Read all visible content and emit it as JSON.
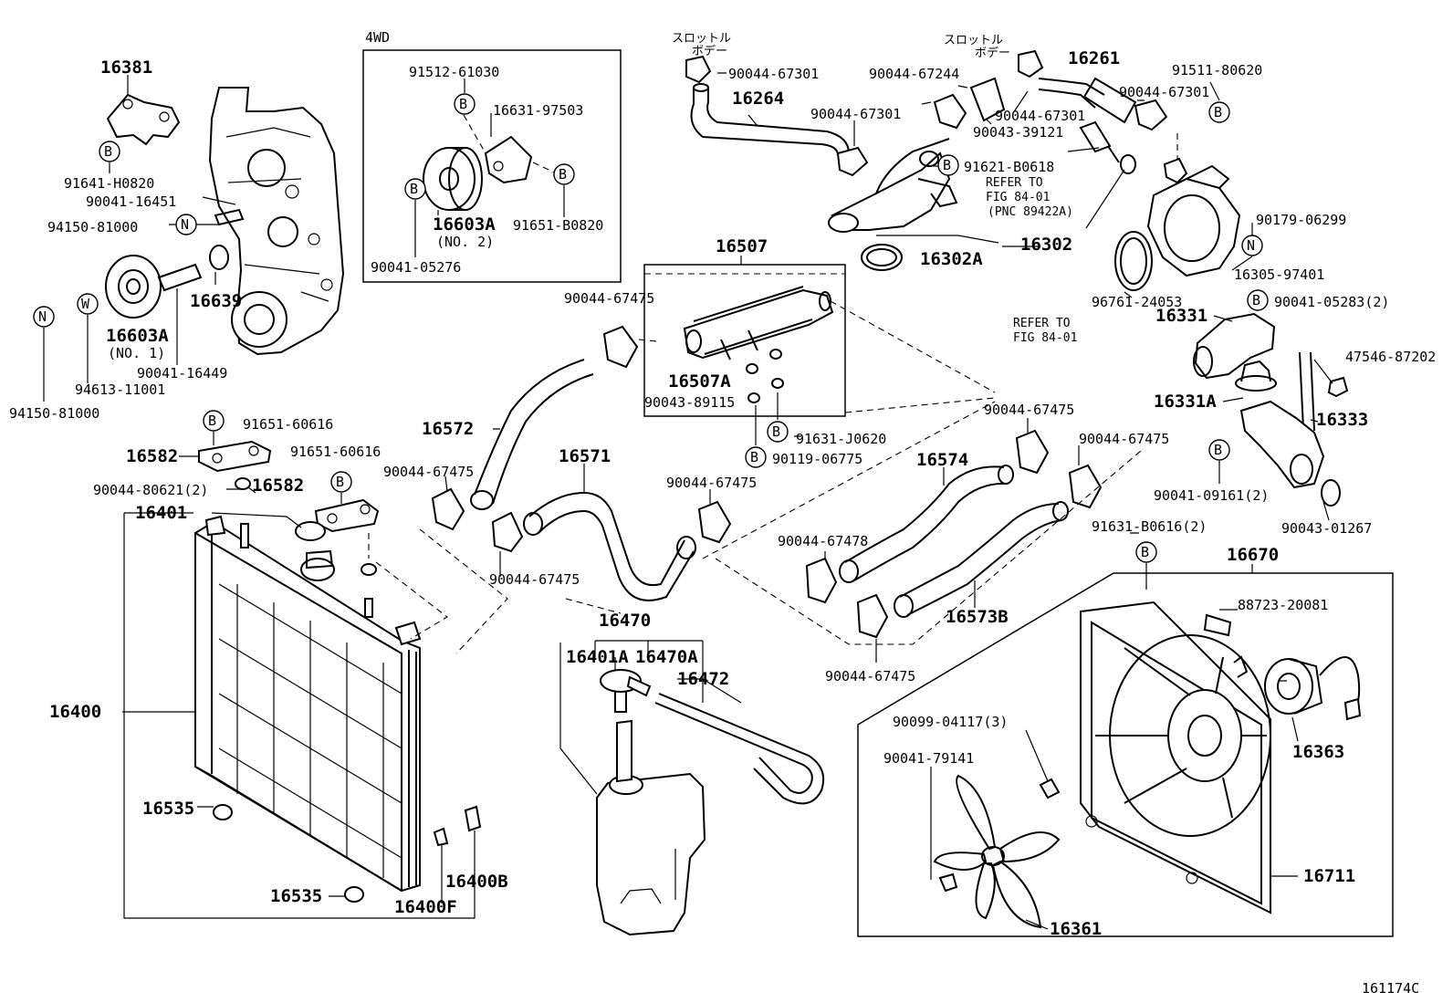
{
  "diagram_code": "161174C",
  "boxes": {
    "fourwd": "4WD"
  },
  "annotations": {
    "throttle_body_1": "スロットル",
    "throttle_body_1b": "ボデー",
    "throttle_body_2": "スロットル",
    "throttle_body_2b": "ボデー",
    "refer_a": "REFER TO",
    "refer_a2": "FIG 84-01",
    "refer_a3": "(PNC 89422A)",
    "refer_b": "REFER TO",
    "refer_b2": "FIG 84-01"
  },
  "markers": {
    "b": "B",
    "n": "N",
    "w": "W"
  },
  "labels": {
    "p16381": "16381",
    "p91641": "91641-H0820",
    "p90041_16451": "90041-16451",
    "p94150_a": "94150-81000",
    "p16603a1": "16603A",
    "p16603a1n": "(NO. 1)",
    "p16639": "16639",
    "p90041_16449": "90041-16449",
    "p94613": "94613-11001",
    "p94150_b": "94150-81000",
    "p91512": "91512-61030",
    "p16631": "16631-97503",
    "p16603a2": "16603A",
    "p16603a2n": "(NO. 2)",
    "p91651_b0820": "91651-B0820",
    "p90041_05276": "90041-05276",
    "p90044_67301a": "90044-67301",
    "p16264": "16264",
    "p90044_67301b": "90044-67301",
    "p90044_67244": "90044-67244",
    "p90044_67301c": "90044-67301",
    "p90043_39121": "90043-39121",
    "p16261": "16261",
    "p90044_67301d": "90044-67301",
    "p91511": "91511-80620",
    "p91621": "91621-B0618",
    "p16302a": "16302A",
    "p16302": "16302",
    "p90179": "90179-06299",
    "p16305": "16305-97401",
    "p96761": "96761-24053",
    "p16331": "16331",
    "p90041_05283": "90041-05283(2)",
    "p47546": "47546-87202",
    "p16331a": "16331A",
    "p16333": "16333",
    "p90041_09161": "90041-09161(2)",
    "p90043_01267": "90043-01267",
    "p16507": "16507",
    "p90044_67475a": "90044-67475",
    "p16507a": "16507A",
    "p90043_89115": "90043-89115",
    "p91631_j0620": "91631-J0620",
    "p90119": "90119-06775",
    "p16572": "16572",
    "p90044_67475b": "90044-67475",
    "p16571": "16571",
    "p90044_67475c": "90044-67475",
    "p90044_67475d": "90044-67475",
    "p90044_67475e": "90044-67475",
    "p16574": "16574",
    "p90044_67475f": "90044-67475",
    "p90044_67478": "90044-67478",
    "p16573b": "16573B",
    "p90044_67475g": "90044-67475",
    "p91631_b0616": "91631-B0616(2)",
    "p91651_60616a": "91651-60616",
    "p16582a": "16582",
    "p91651_60616b": "91651-60616",
    "p90044_80621": "90044-80621(2)",
    "p16582b": "16582",
    "p16401": "16401",
    "p16400": "16400",
    "p16535a": "16535",
    "p16535b": "16535",
    "p16400f": "16400F",
    "p16400b": "16400B",
    "p16470": "16470",
    "p16401a": "16401A",
    "p16470a": "16470A",
    "p16472": "16472",
    "p16670": "16670",
    "p88723": "88723-20081",
    "p90099": "90099-04117(3)",
    "p90041_79141": "90041-79141",
    "p16363": "16363",
    "p16711": "16711",
    "p16361": "16361"
  }
}
